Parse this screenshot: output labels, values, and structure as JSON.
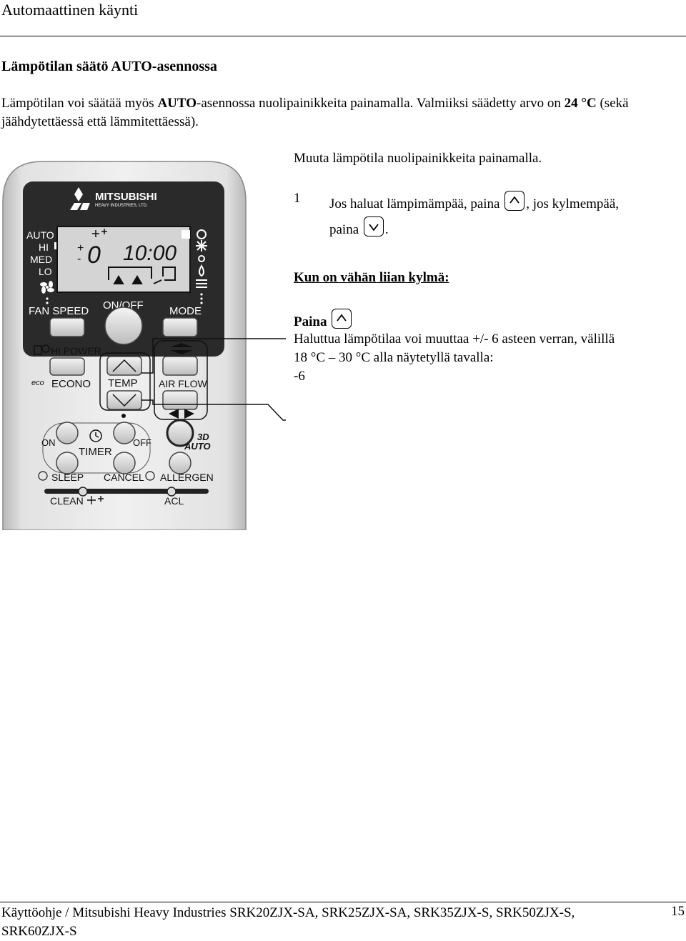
{
  "header": {
    "title": "Automaattinen käynti"
  },
  "section": {
    "heading": "Lämpötilan säätö AUTO-asennossa",
    "intro_part1": "Lämpötilan voi säätää myös ",
    "intro_bold1": "AUTO",
    "intro_part2": "-asennossa nuolipainikkeita painamalla. Valmiiksi säädetty arvo on ",
    "intro_bold2": "24 °C",
    "intro_part3": " (sekä jäähdytettäessä että lämmitettäessä)."
  },
  "instruction": {
    "line": "Muuta lämpötila nuolipainikkeita painamalla.",
    "step_number": "1",
    "step_part1": "Jos haluat lämpimämpää, paina",
    "step_part2": ", jos kylmempää,",
    "step_part3": "paina",
    "step_part4": "."
  },
  "cold": {
    "heading": "Kun on vähän liian kylmä:",
    "press": "Paina",
    "line1": "Haluttua lämpötilaa voi muuttaa +/- 6 asteen verran, välillä",
    "line2": "18 °C – 30 °C alla näytetyllä tavalla:",
    "line3": "-6"
  },
  "remote": {
    "brand": "MITSUBISHI",
    "brand_sub": "HEAVY INDUSTRIES, LTD.",
    "fan_labels": [
      "AUTO",
      "HI",
      "MED",
      "LO"
    ],
    "display_sign_plus": "+",
    "display_sign_minus": "-",
    "display_value": "0",
    "display_time": "10:00",
    "btn_fan_speed": "FAN SPEED",
    "btn_on_off": "ON/OFF",
    "btn_mode": "MODE",
    "btn_hi_power": "HI POWER",
    "btn_econo": "ECONO",
    "eco_logo": "eco",
    "btn_temp": "TEMP",
    "btn_air_flow": "AIR FLOW",
    "btn_3d": "3D",
    "btn_auto": "AUTO",
    "label_on": "ON",
    "label_timer": "TIMER",
    "label_off": "OFF",
    "btn_sleep": "SLEEP",
    "btn_cancel": "CANCEL",
    "btn_allergen": "ALLERGEN",
    "label_clean": "CLEAN",
    "label_acl": "ACL"
  },
  "footer": {
    "text": "Käyttöohje  /  Mitsubishi Heavy Industries SRK20ZJX-SA, SRK25ZJX-SA, SRK35ZJX-S, SRK50ZJX-S, SRK60ZJX-S",
    "page": "15"
  }
}
